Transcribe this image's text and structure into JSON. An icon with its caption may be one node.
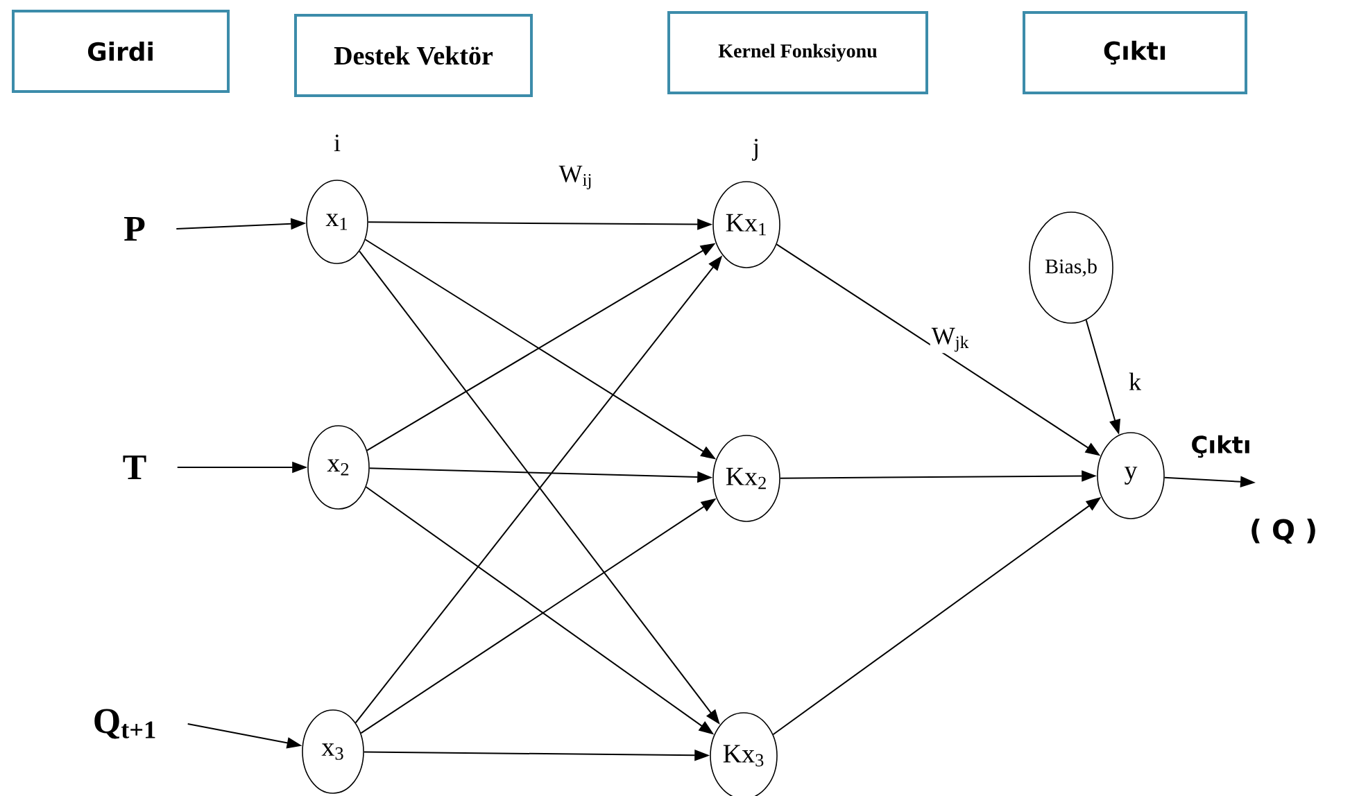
{
  "diagram": {
    "nodes": [
      {
        "text": [
          "Girdi"
        ]
      },
      {
        "text": [
          "Destek Vektör"
        ]
      },
      {
        "text": [
          "Kernel Fonksiyonu"
        ]
      },
      {
        "text": [
          "Çıktı"
        ]
      },
      {
        "text": [
          "P"
        ]
      },
      {
        "text": [
          "T"
        ]
      },
      {
        "text": [
          "Q$_{t+1}$"
        ]
      },
      {
        "text": [
          "x$_{1}$"
        ]
      },
      {
        "text": [
          "x$_{2}$"
        ]
      },
      {
        "text": [
          "x$_{3}$"
        ]
      },
      {
        "text": [
          "Kx$_{1}$"
        ]
      },
      {
        "text": [
          "Kx$_{2}$"
        ]
      },
      {
        "text": [
          "Kx$_{3}$"
        ]
      },
      {
        "text": [
          "Bias,b"
        ]
      },
      {
        "text": [
          "y"
        ]
      }
    ],
    "edges": [
      {
        "from": 4,
        "to": 7,
        "arrow": "to"
      },
      {
        "from": 5,
        "to": 8,
        "arrow": "to"
      },
      {
        "from": 6,
        "to": 9,
        "arrow": "to"
      },
      {
        "from": 7,
        "to": 10,
        "arrow": "to"
      },
      {
        "from": 7,
        "to": 11,
        "arrow": "to"
      },
      {
        "from": 7,
        "to": 12,
        "arrow": "to"
      },
      {
        "from": 8,
        "to": 10,
        "arrow": "to"
      },
      {
        "from": 8,
        "to": 11,
        "arrow": "to"
      },
      {
        "from": 8,
        "to": 12,
        "arrow": "to"
      },
      {
        "from": 9,
        "to": 10,
        "arrow": "to"
      },
      {
        "from": 9,
        "to": 11,
        "arrow": "to"
      },
      {
        "from": 9,
        "to": 12,
        "arrow": "to"
      },
      {
        "from": 10,
        "to": 14,
        "arrow": "to",
        "label": "W$_{jk}$"
      },
      {
        "from": 11,
        "to": 14,
        "arrow": "to"
      },
      {
        "from": 12,
        "to": 14,
        "arrow": "to"
      },
      {
        "from": 13,
        "to": 14,
        "arrow": "to"
      },
      {
        "from": 14,
        "to": null,
        "arrow": "to",
        "label": "Çıktı"
      }
    ],
    "labels": [
      "i",
      "W$_{ij}$",
      "j",
      "k",
      "( Q )"
    ]
  }
}
